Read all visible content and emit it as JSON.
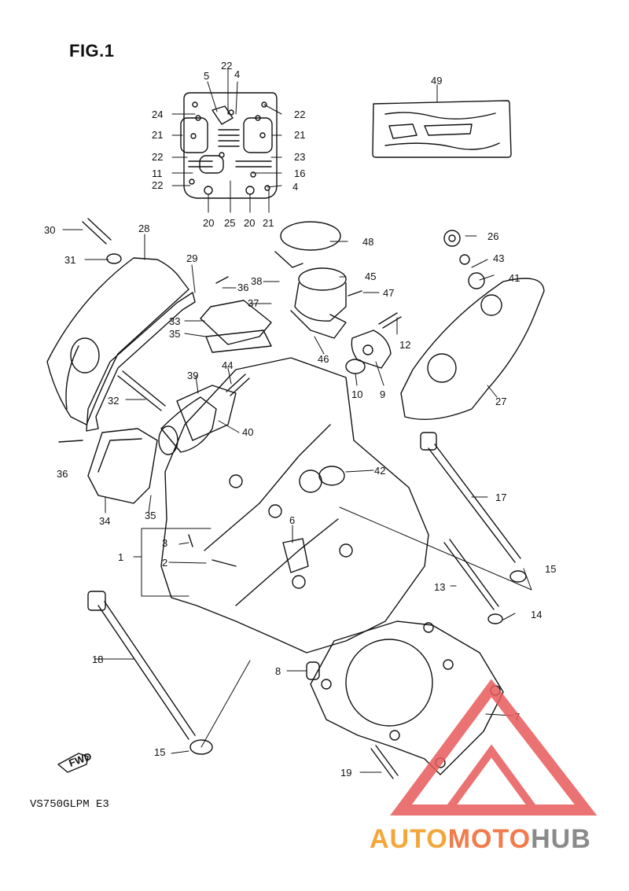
{
  "figure_title": "FIG.1",
  "model_code": "VS750GLPM E3",
  "fwd_label": "FWD",
  "watermark": {
    "part1": "AUTO",
    "part2": "MOTO",
    "part3": "HUB",
    "colors": {
      "auto": "#f3a73a",
      "moto": "#f17b4b",
      "hub": "#8a8a8a",
      "logo": "#e85a5a"
    }
  },
  "callouts": [
    {
      "id": "c1",
      "label": "1"
    },
    {
      "id": "c2",
      "label": "2"
    },
    {
      "id": "c3",
      "label": "3"
    },
    {
      "id": "c4a",
      "label": "4"
    },
    {
      "id": "c4b",
      "label": "4"
    },
    {
      "id": "c5",
      "label": "5"
    },
    {
      "id": "c6",
      "label": "6"
    },
    {
      "id": "c7",
      "label": "7"
    },
    {
      "id": "c8",
      "label": "8"
    },
    {
      "id": "c9",
      "label": "9"
    },
    {
      "id": "c10",
      "label": "10"
    },
    {
      "id": "c11",
      "label": "11"
    },
    {
      "id": "c12",
      "label": "12"
    },
    {
      "id": "c13",
      "label": "13"
    },
    {
      "id": "c14",
      "label": "14"
    },
    {
      "id": "c15a",
      "label": "15"
    },
    {
      "id": "c15b",
      "label": "15"
    },
    {
      "id": "c16",
      "label": "16"
    },
    {
      "id": "c17",
      "label": "17"
    },
    {
      "id": "c18",
      "label": "18"
    },
    {
      "id": "c19",
      "label": "19"
    },
    {
      "id": "c20a",
      "label": "20"
    },
    {
      "id": "c20b",
      "label": "20"
    },
    {
      "id": "c21a",
      "label": "21"
    },
    {
      "id": "c21b",
      "label": "21"
    },
    {
      "id": "c21c",
      "label": "21"
    },
    {
      "id": "c22a",
      "label": "22"
    },
    {
      "id": "c22b",
      "label": "22"
    },
    {
      "id": "c22c",
      "label": "22"
    },
    {
      "id": "c22d",
      "label": "22"
    },
    {
      "id": "c23",
      "label": "23"
    },
    {
      "id": "c24",
      "label": "24"
    },
    {
      "id": "c25",
      "label": "25"
    },
    {
      "id": "c26",
      "label": "26"
    },
    {
      "id": "c27",
      "label": "27"
    },
    {
      "id": "c28",
      "label": "28"
    },
    {
      "id": "c29",
      "label": "29"
    },
    {
      "id": "c30",
      "label": "30"
    },
    {
      "id": "c31",
      "label": "31"
    },
    {
      "id": "c32",
      "label": "32"
    },
    {
      "id": "c33",
      "label": "33"
    },
    {
      "id": "c34",
      "label": "34"
    },
    {
      "id": "c35a",
      "label": "35"
    },
    {
      "id": "c35b",
      "label": "35"
    },
    {
      "id": "c36a",
      "label": "36"
    },
    {
      "id": "c36b",
      "label": "36"
    },
    {
      "id": "c37",
      "label": "37"
    },
    {
      "id": "c38",
      "label": "38"
    },
    {
      "id": "c39",
      "label": "39"
    },
    {
      "id": "c40",
      "label": "40"
    },
    {
      "id": "c41",
      "label": "41"
    },
    {
      "id": "c42",
      "label": "42"
    },
    {
      "id": "c43",
      "label": "43"
    },
    {
      "id": "c44",
      "label": "44"
    },
    {
      "id": "c45",
      "label": "45"
    },
    {
      "id": "c46",
      "label": "46"
    },
    {
      "id": "c47",
      "label": "47"
    },
    {
      "id": "c48",
      "label": "48"
    },
    {
      "id": "c49",
      "label": "49"
    }
  ]
}
